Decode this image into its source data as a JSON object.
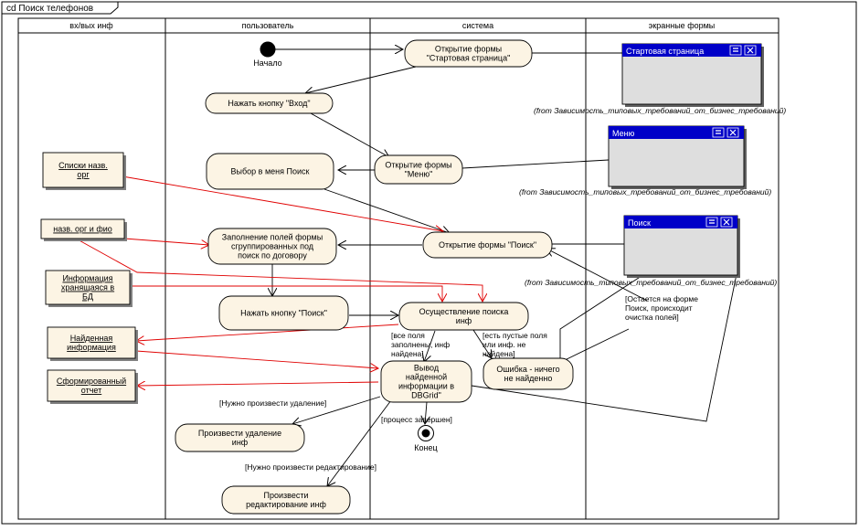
{
  "frame": {
    "title": "cd Поиск телефонов"
  },
  "lanes": [
    {
      "id": "io",
      "label": "вх/вых инф"
    },
    {
      "id": "user",
      "label": "пользователь"
    },
    {
      "id": "system",
      "label": "система"
    },
    {
      "id": "screens",
      "label": "экранные формы"
    }
  ],
  "nodes": {
    "start": "Начало",
    "end": "Конец"
  },
  "activities": {
    "a_open_start": [
      "Открытие формы",
      "\"Стартовая страница\""
    ],
    "a_press_enter": [
      "Нажать кнопку \"Вход\""
    ],
    "a_menu_select": [
      "Выбор в меня Поиск"
    ],
    "a_open_menu": [
      "Открытие формы",
      "\"Меню\""
    ],
    "a_fill_fields": [
      "Заполнение полей формы",
      "сгруппированных под",
      "поиск по договору"
    ],
    "a_open_search": [
      "Открытие формы \"Поиск\""
    ],
    "a_press_search": [
      "Нажать кнопку \"Поиск\""
    ],
    "a_do_search": [
      "Осуществление поиска",
      "инф"
    ],
    "a_output": [
      "Вывод",
      "найденной",
      "информации в",
      "DBGrid\""
    ],
    "a_error": [
      "Ошибка - ничего",
      "не найденно"
    ],
    "a_delete": [
      "Произвести удаление",
      "инф"
    ],
    "a_edit": [
      "Произвести",
      "редактирование инф"
    ]
  },
  "objects": {
    "o_lists": [
      "Списки назв.",
      "орг"
    ],
    "o_names": [
      "назв. орг и фио"
    ],
    "o_db": [
      "Информация",
      "хранящаяся в",
      "БД"
    ],
    "o_found": [
      "Найденная",
      "информация"
    ],
    "o_report": [
      "Сформированный",
      "отчет"
    ]
  },
  "windows": {
    "w_start": {
      "title": "Стартовая страница",
      "from": "(from Зависимость_типовых_требований_от_бизнес_требований)"
    },
    "w_menu": {
      "title": "Меню",
      "from": "(from Зависимость_типовых_требований_от_бизнес_требований)"
    },
    "w_search": {
      "title": "Поиск",
      "from": "(from Зависимость_типовых_требований_от_бизнес_требований)"
    }
  },
  "guards": {
    "g_all_filled": [
      "[все поля",
      "заполнены, инф",
      "найдена]"
    ],
    "g_empty": [
      "[есть пустые поля",
      "или инф. не",
      "найдена]"
    ],
    "g_stay": [
      "[Остается на форме",
      "Поиск, происходит",
      "очистка полей]"
    ],
    "g_delete": [
      "[Нужно произвести удаление]"
    ],
    "g_done": [
      "[процесс завершен]"
    ],
    "g_edit": [
      "[Нужно произвести редактирование]"
    ]
  },
  "colors": {
    "activity_fill": "#fcf4e4",
    "window_title": "#0000c8",
    "window_body": "#dedede",
    "flow_black": "#000000",
    "flow_red": "#e00000"
  }
}
